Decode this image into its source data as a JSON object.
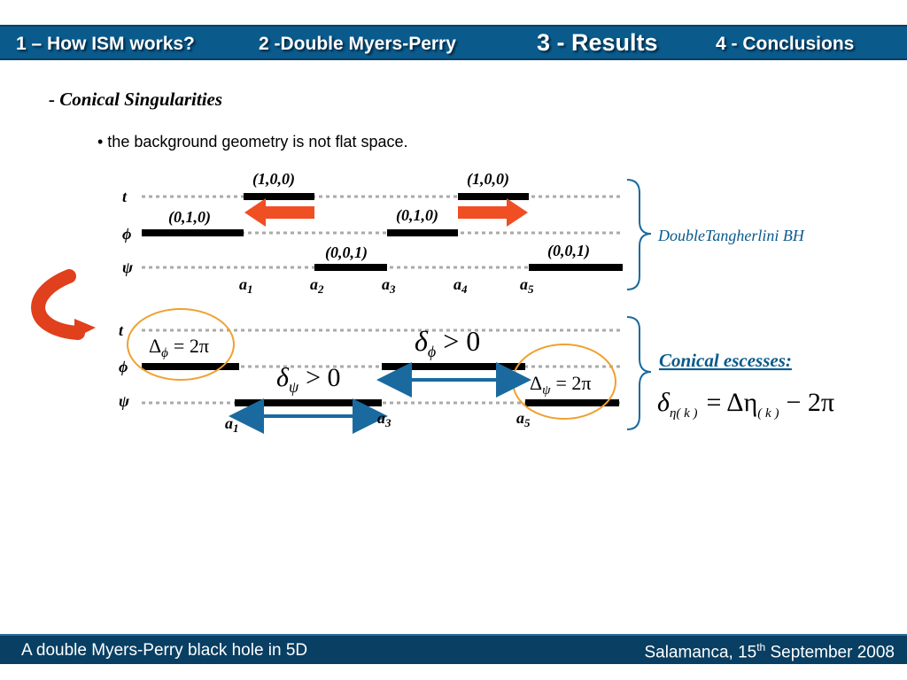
{
  "nav": {
    "item1": "1 – How ISM works?",
    "item2": "2 -Double Myers-Perry",
    "item3": "3 - Results",
    "item4": "4 - Conclusions"
  },
  "section_title": "- Conical Singularities",
  "bullet_text": "• the background geometry is not flat space.",
  "diagram_top": {
    "axes": {
      "t": "t",
      "phi": "ϕ",
      "psi": "ψ"
    },
    "rod_labels": {
      "t_left": "(1,0,0)",
      "t_right": "(1,0,0)",
      "phi_left": "(0,1,0)",
      "phi_right": "(0,1,0)",
      "psi_left": "(0,0,1)",
      "psi_right": "(0,0,1)"
    },
    "points": {
      "a1": "a",
      "a1_sub": "1",
      "a2": "a",
      "a2_sub": "2",
      "a3": "a",
      "a3_sub": "3",
      "a4": "a",
      "a4_sub": "4",
      "a5": "a",
      "a5_sub": "5"
    },
    "note": "DoubleTangherlini BH"
  },
  "diagram_bottom": {
    "axes": {
      "t": "t",
      "phi": "ϕ",
      "psi": "ψ"
    },
    "points": {
      "a1": "a",
      "a1_sub": "1",
      "a3": "a",
      "a3_sub": "3",
      "a5": "a",
      "a5_sub": "5"
    },
    "eq_delta_phi": {
      "lhs": "Δ",
      "sub": "ϕ",
      "rhs": "= 2π"
    },
    "eq_delta_psi": {
      "lhs": "Δ",
      "sub": "ψ",
      "rhs": "= 2π"
    },
    "eq_excess_phi": {
      "lhs": "δ",
      "sub": "ϕ",
      "rhs": "> 0"
    },
    "eq_excess_psi": {
      "lhs": "δ",
      "sub": "ψ",
      "rhs": "> 0"
    },
    "heading": "Conical escesses:",
    "formula": {
      "lhs": "δ",
      "lhs_sub": "η( k )",
      "mid": "= Δη",
      "mid_sub": "( k )",
      "rhs": "− 2π"
    }
  },
  "colors": {
    "header_bg": "#0a5a8c",
    "footer_bg": "#083f63",
    "arrow_red": "#f04e23",
    "arrow_blue": "#1a6aa0",
    "circle_orange": "#f0a030"
  },
  "footer": {
    "left": "A double Myers-Perry black hole in 5D",
    "right_main": "Salamanca, 15",
    "right_sup": "th",
    "right_end": " September 2008"
  }
}
